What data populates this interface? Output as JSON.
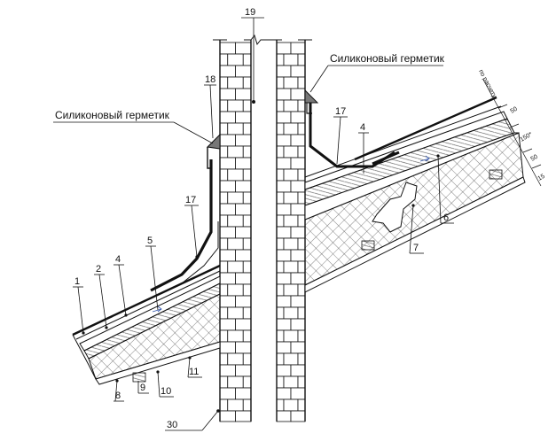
{
  "labels": {
    "sealant_left": "Силиконовый герметик",
    "sealant_right": "Силиконовый герметик",
    "n1": "1",
    "n2": "2",
    "n4a": "4",
    "n4b": "4",
    "n5": "5",
    "n6": "6",
    "n7": "7",
    "n8": "8",
    "n9": "9",
    "n10": "10",
    "n11": "11",
    "n17a": "17",
    "n17b": "17",
    "n18": "18",
    "n19": "19",
    "n30": "30"
  },
  "dims": {
    "d1": "50",
    "d2": "150*",
    "d3": "50",
    "d4": "15",
    "slope_note": "по расчету"
  },
  "colors": {
    "line": "#111111",
    "brick_fill": "#ffffff",
    "hatch": "#222222"
  }
}
